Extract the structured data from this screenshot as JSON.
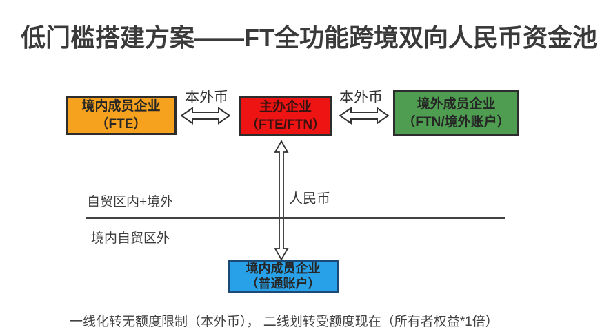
{
  "title": "低门槛搭建方案——FT全功能跨境双向人民币资金池",
  "boxes": {
    "domestic_fte": {
      "line1": "境内成员企业",
      "line2": "（FTE）"
    },
    "sponsor": {
      "line1": "主办企业",
      "line2": "（FTE/FTN）"
    },
    "overseas_member": {
      "line1": "境外成员企业",
      "line2": "（FTN/境外账户）"
    },
    "domestic_ordinary": {
      "line1": "境内成员企业",
      "line2": "（普通账户）"
    }
  },
  "labels": {
    "currency_left": "本外币",
    "currency_right": "本外币",
    "rmb": "人民币",
    "zone_above_line": "自贸区内+境外",
    "zone_below_line": "境内自贸区外"
  },
  "footnote": "一线化转无额度限制（本外币）， 二线划转受额度现在（所有者权益*1倍）",
  "colors": {
    "box_domestic_fte": "#f7a21e",
    "box_sponsor": "#ee1414",
    "box_overseas_member": "#4e9d50",
    "box_domestic_ordinary": "#29a1e9",
    "box_border": "#2d2d2d",
    "blue_box_border": "#1b4a77",
    "text_ink": "#3a3a3a",
    "divider": "#424242"
  }
}
